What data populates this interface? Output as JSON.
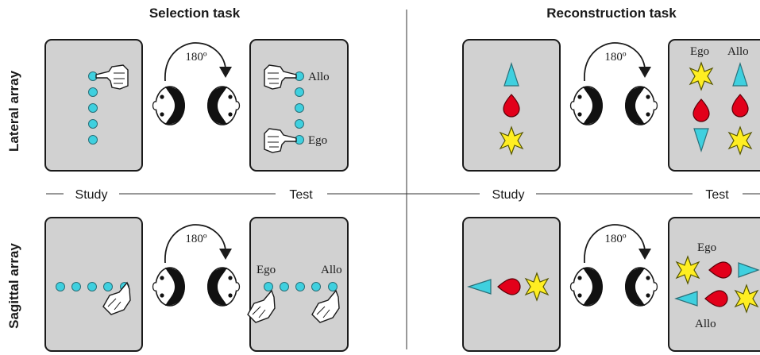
{
  "titles": {
    "selection": "Selection task",
    "reconstruction": "Reconstruction task"
  },
  "rows": {
    "lateral": "Lateral array",
    "sagittal": "Sagittal array"
  },
  "phases": {
    "study": "Study",
    "test": "Test"
  },
  "rotation": "180º",
  "labels": {
    "ego": "Ego",
    "allo": "Allo"
  },
  "colors": {
    "panel": "#d1d1d1",
    "cyan": "#3fd0df",
    "red": "#e2001a",
    "yellow": "#ffee22"
  }
}
